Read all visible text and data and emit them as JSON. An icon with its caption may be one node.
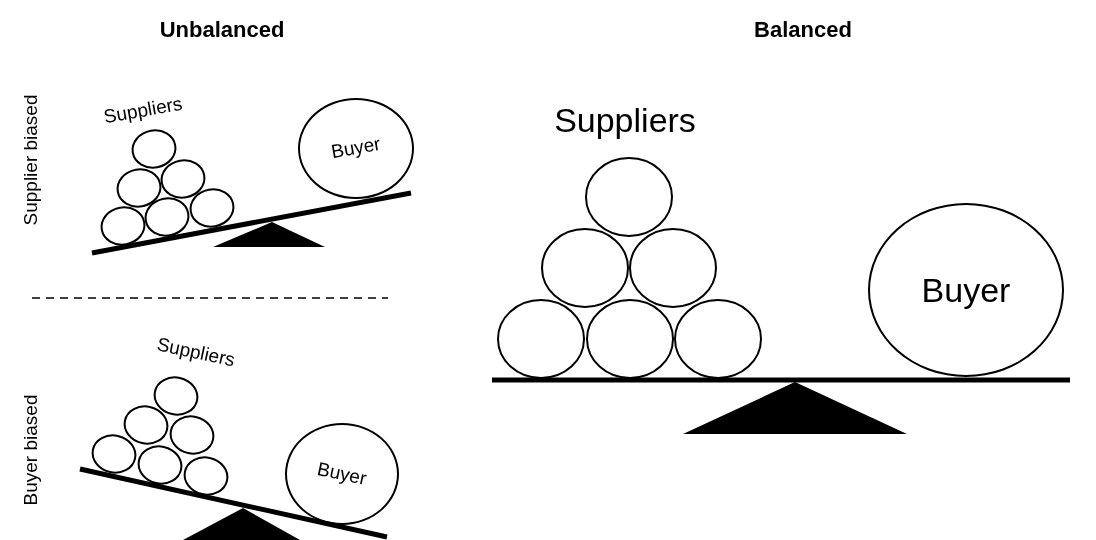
{
  "diagram": {
    "nodes": [
      {
        "text": [],
        "shape": "circle"
      },
      {
        "text": [],
        "shape": "circle"
      },
      {
        "text": [],
        "shape": "circle"
      },
      {
        "text": [],
        "shape": "circle"
      },
      {
        "text": [],
        "shape": "circle"
      },
      {
        "text": [],
        "shape": "circle"
      },
      {
        "text": [
          "Buyer"
        ]
      },
      {
        "text": [],
        "shape": "circle"
      },
      {
        "text": [],
        "shape": "circle"
      },
      {
        "text": [],
        "shape": "circle"
      },
      {
        "text": [],
        "shape": "circle"
      },
      {
        "text": [],
        "shape": "circle"
      },
      {
        "text": [],
        "shape": "circle"
      },
      {
        "text": [
          "Buyer"
        ]
      },
      {
        "text": [],
        "shape": "circle"
      },
      {
        "text": [],
        "shape": "circle"
      },
      {
        "text": [],
        "shape": "circle"
      },
      {
        "text": [],
        "shape": "circle"
      },
      {
        "text": [],
        "shape": "circle"
      },
      {
        "text": [],
        "shape": "circle"
      },
      {
        "text": [
          "Buyer"
        ]
      }
    ],
    "labels": [
      "Unbalanced",
      "Balanced",
      "Supplier biased",
      "Suppliers",
      "Suppliers",
      "Buyer biased",
      "Suppliers"
    ]
  }
}
